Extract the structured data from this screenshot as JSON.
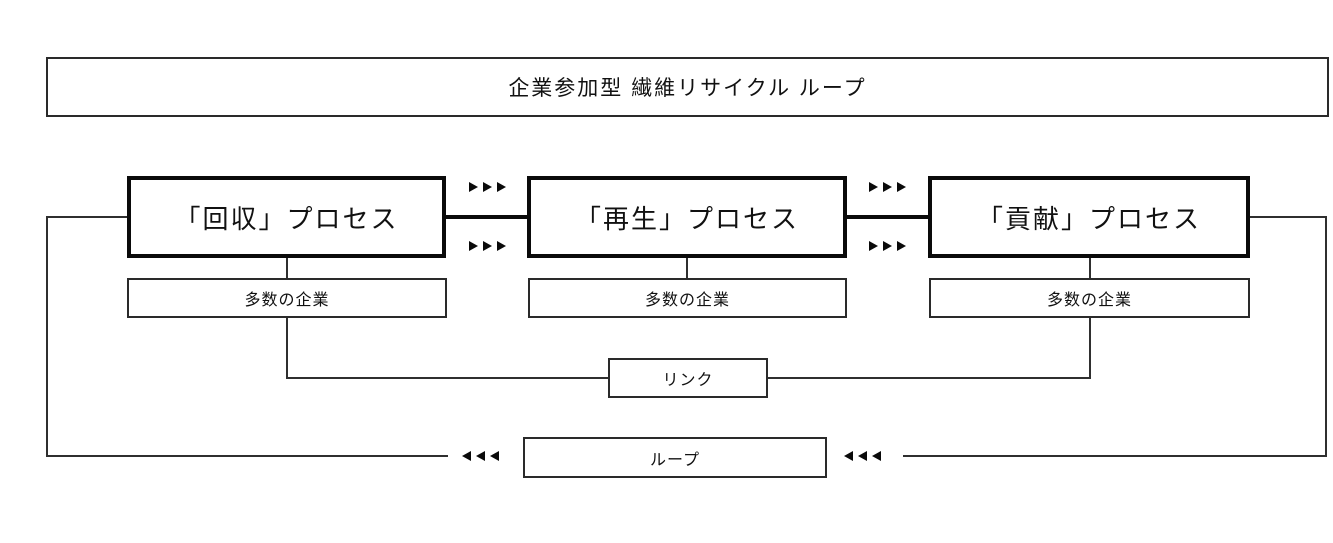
{
  "diagram": {
    "title": "企業参加型 繊維リサイクル ループ",
    "processes": [
      {
        "label": "「回収」プロセス",
        "sub_label": "多数の企業"
      },
      {
        "label": "「再生」プロセス",
        "sub_label": "多数の企業"
      },
      {
        "label": "「貢献」プロセス",
        "sub_label": "多数の企業"
      }
    ],
    "link_label": "リンク",
    "loop_label": "ループ",
    "flow_direction_forward": "right",
    "flow_direction_return": "left",
    "colors": {
      "background": "#ffffff",
      "thick_border": "#0a0a0a",
      "thin_border": "#2a2a2a",
      "line": "#2f2f2f",
      "text": "#111111"
    }
  }
}
